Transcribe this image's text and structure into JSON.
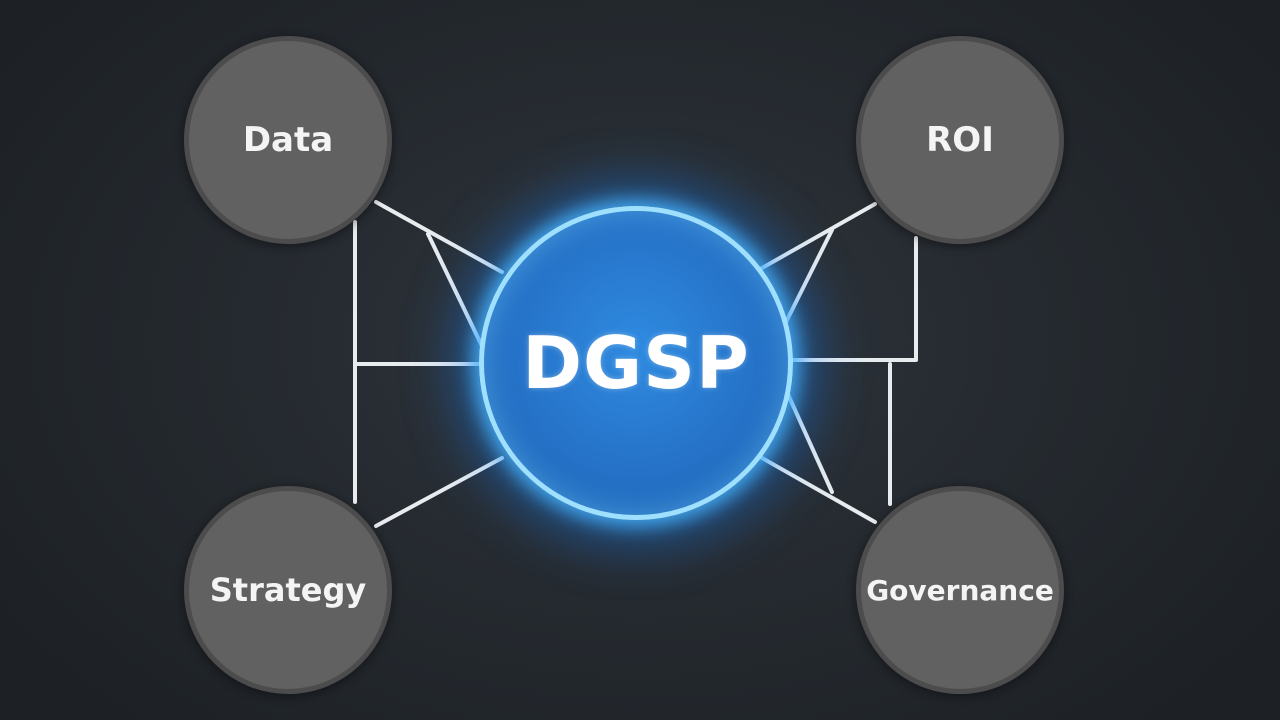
{
  "center": {
    "label": "DGSP"
  },
  "nodes": {
    "top_left": {
      "label": "Data"
    },
    "top_right": {
      "label": "ROI"
    },
    "bottom_left": {
      "label": "Strategy"
    },
    "bottom_right": {
      "label": "Governance"
    }
  },
  "colors": {
    "background": "#23272c",
    "hub_fill": "#2572c8",
    "hub_glow": "#46b4ff",
    "node_fill": "#616161",
    "connector": "#e8ecef",
    "text": "#ffffff"
  }
}
